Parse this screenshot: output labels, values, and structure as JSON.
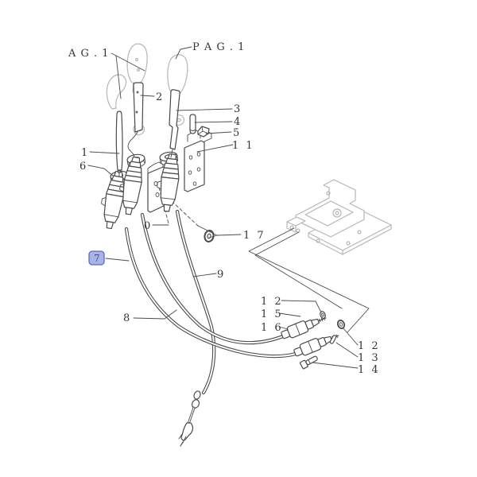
{
  "colors": {
    "background": "#ffffff",
    "line": "#4a4a4a",
    "ghost": "#b6b6b6",
    "label_text": "#333333",
    "highlight_fill": "#aab4e2",
    "highlight_border": "#5b6cc0",
    "highlight_text": "#40509a"
  },
  "callouts": {
    "ag1": "A G . 1",
    "pag1": "P A G . 1",
    "c1": "1",
    "c2": "2",
    "c3": "3",
    "c4": "4",
    "c5": "5",
    "c6": "6",
    "c7": "7",
    "c8": "8",
    "c9": "9",
    "c10": "0",
    "c11": "1 1",
    "c12_left": "1 2",
    "c12_right": "1 2",
    "c13": "1 3",
    "c14": "1 4",
    "c15": "1 5",
    "c16": "1 6",
    "c17": "1 7"
  }
}
